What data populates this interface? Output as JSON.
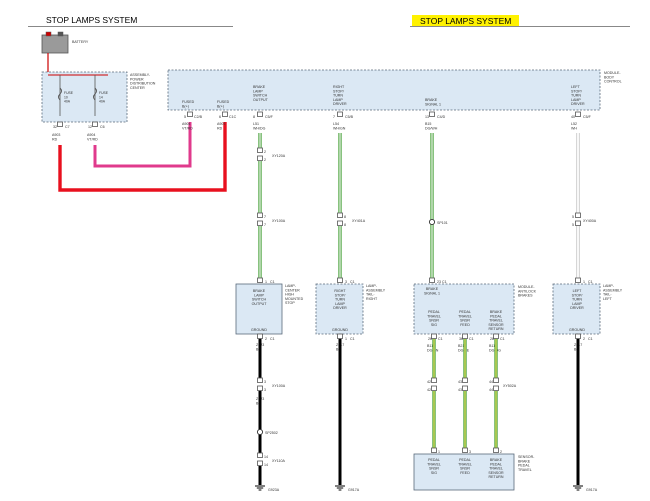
{
  "header": {
    "title_left": "STOP LAMPS SYSTEM",
    "title_right": "STOP LAMPS SYSTEM",
    "highlight_color": "#fff200"
  },
  "colors": {
    "box_fill": "#dbe8f4",
    "box_stroke": "#5a6a7a",
    "wire_green": "#3a9a2a",
    "wire_red": "#e8101e",
    "wire_pink": "#e03a8c",
    "wire_orange": "#e8a020",
    "ground": "#000000"
  },
  "battery": {
    "label": "BATTERY"
  },
  "pdc": {
    "name": [
      "ASSEMBLY-",
      "POWER",
      "DISTRIBUTION",
      "CENTER"
    ],
    "fuses": [
      {
        "label": [
          "FUSE",
          "10",
          "40A"
        ]
      },
      {
        "label": [
          "FUSE",
          "14",
          "40A"
        ]
      }
    ],
    "pins": [
      {
        "num": "32",
        "conn": "C7"
      },
      {
        "num": "12",
        "conn": "C6"
      }
    ],
    "wires": [
      {
        "circuit": "A903",
        "color": "RD"
      },
      {
        "circuit": "A904",
        "color": "VT/RD"
      }
    ]
  },
  "bcm": {
    "name": [
      "MODULE-",
      "BODY",
      "CONTROL"
    ],
    "fused_inputs": [
      {
        "label": [
          "FUSED",
          "B(+)"
        ],
        "pin": "5",
        "conn": "C2/B",
        "circuit": "A904",
        "color": "VT/RD"
      },
      {
        "label": [
          "FUSED",
          "B(+)"
        ],
        "pin": "6",
        "conn": "C1C",
        "circuit": "A903",
        "color": "RD"
      }
    ],
    "outputs": [
      {
        "label": [
          "BRAKE",
          "LAMP",
          "SWITCH",
          "OUTPUT"
        ],
        "pin": "8",
        "conn": "C5/F",
        "circuit": "L51",
        "color": "WH/DG"
      },
      {
        "label": [
          "RIGHT",
          "STOP/",
          "TURN",
          "LAMP",
          "DRIVER"
        ],
        "pin": "7",
        "conn": "C5/B",
        "circuit": "L54",
        "color": "WH/GN"
      },
      {
        "label": [
          "BRAKE",
          "SIGNAL 1"
        ],
        "pin": "13",
        "conn": "C4/D",
        "circuit": "B15",
        "color": "DG/WH"
      },
      {
        "label": [
          "LEFT",
          "STOP/",
          "TURN",
          "LAMP",
          "DRIVER"
        ],
        "pin": "40",
        "conn": "C5/F",
        "circuit": "L52",
        "color": "WH"
      }
    ]
  },
  "inline_connectors": {
    "col1_a": {
      "name": "XY120A",
      "pins": [
        "2",
        "2"
      ]
    },
    "col1_b": {
      "name": "XY100A",
      "pins": [
        "7",
        "7"
      ]
    },
    "col2": {
      "name": "XY401A",
      "pins": [
        "8",
        "8"
      ]
    },
    "col3_splice": "SP101",
    "col4": {
      "name": "XY400A",
      "pins": [
        "5",
        "5"
      ]
    },
    "col1_c": {
      "name": "XY100A",
      "pins": [
        "3",
        "3"
      ]
    },
    "col1_d": {
      "name": "XY110A",
      "pins": [
        "14",
        "14"
      ]
    },
    "col3_b": {
      "name": "XY502A",
      "pins": [
        "42",
        "42",
        "43",
        "43",
        "44",
        "44"
      ]
    }
  },
  "components": {
    "chmsl": {
      "inner": [
        "BRAKE",
        "LAMP",
        "SWITCH",
        "OUTPUT"
      ],
      "ground_label": "GROUND",
      "side": [
        "LAMP-",
        "CENTER",
        "HIGH",
        "MOUNTED",
        "STOP"
      ],
      "pin_top": "1",
      "conn_top": "C1",
      "pin_bottom": "2",
      "conn_bottom": "C1",
      "gnd_circuit": "Z923",
      "gnd_color": "BK",
      "gnd_circuit_2": "Z923",
      "gnd_color_2": "BK",
      "splice": "SP2502",
      "ground_point": "G923A"
    },
    "tail_right": {
      "inner": [
        "RIGHT",
        "STOP/",
        "TURN",
        "LAMP",
        "DRIVER"
      ],
      "ground_label": "GROUND",
      "side": [
        "LAMP-",
        "ASSEMBLY",
        "TAIL-",
        "RIGHT"
      ],
      "pin_top": "3",
      "conn_top": "C1",
      "pin_bottom": "1",
      "conn_bottom": "C1",
      "gnd_circuit": "Z917",
      "gnd_color": "BK",
      "ground_point": "G917A"
    },
    "abs": {
      "inner_top": [
        "BRAKE",
        "SIGNAL 1"
      ],
      "side": [
        "MODULE-",
        "ANTILOCK",
        "BRAKES"
      ],
      "pin_top": "23",
      "conn_top": "C1",
      "sub": [
        {
          "label": [
            "PEDAL",
            "TRAVEL",
            "SNSR",
            "SIG"
          ],
          "pin": "26",
          "conn": "C1",
          "circuit": "B117",
          "color": "DG/BN"
        },
        {
          "label": [
            "PEDAL",
            "TRAVEL",
            "SNSR",
            "FEED"
          ],
          "pin": "36",
          "conn": "C1",
          "circuit": "B217",
          "color": "DG/YE"
        },
        {
          "label": [
            "BRAKE",
            "PEDAL",
            "TRAVEL",
            "SENSOR",
            "RETURN"
          ],
          "pin": "28",
          "conn": "C1",
          "circuit": "B117",
          "color": "DG/OG"
        }
      ]
    },
    "pedal_sensor": {
      "side": [
        "SENSOR-",
        "BRAKE",
        "PEDAL",
        "TRAVEL"
      ],
      "sub": [
        {
          "label": [
            "PEDAL",
            "TRAVEL",
            "SNSR",
            "SIG"
          ],
          "pin": "1"
        },
        {
          "label": [
            "PEDAL",
            "TRAVEL",
            "SNSR",
            "FEED"
          ],
          "pin": "3"
        },
        {
          "label": [
            "BRAKE",
            "PEDAL",
            "TRAVEL",
            "SENSOR",
            "RETURN"
          ],
          "pin": "2"
        }
      ]
    },
    "tail_left": {
      "inner": [
        "LEFT",
        "STOP/",
        "TURN",
        "LAMP",
        "DRIVER"
      ],
      "ground_label": "GROUND",
      "side": [
        "LAMP-",
        "ASSEMBLY",
        "TAIL-",
        "LEFT"
      ],
      "pin_top": "1",
      "conn_top": "C1",
      "pin_bottom": "2",
      "conn_bottom": "C1",
      "gnd_circuit": "Z917",
      "gnd_color": "BK",
      "ground_point": "G917A"
    }
  }
}
